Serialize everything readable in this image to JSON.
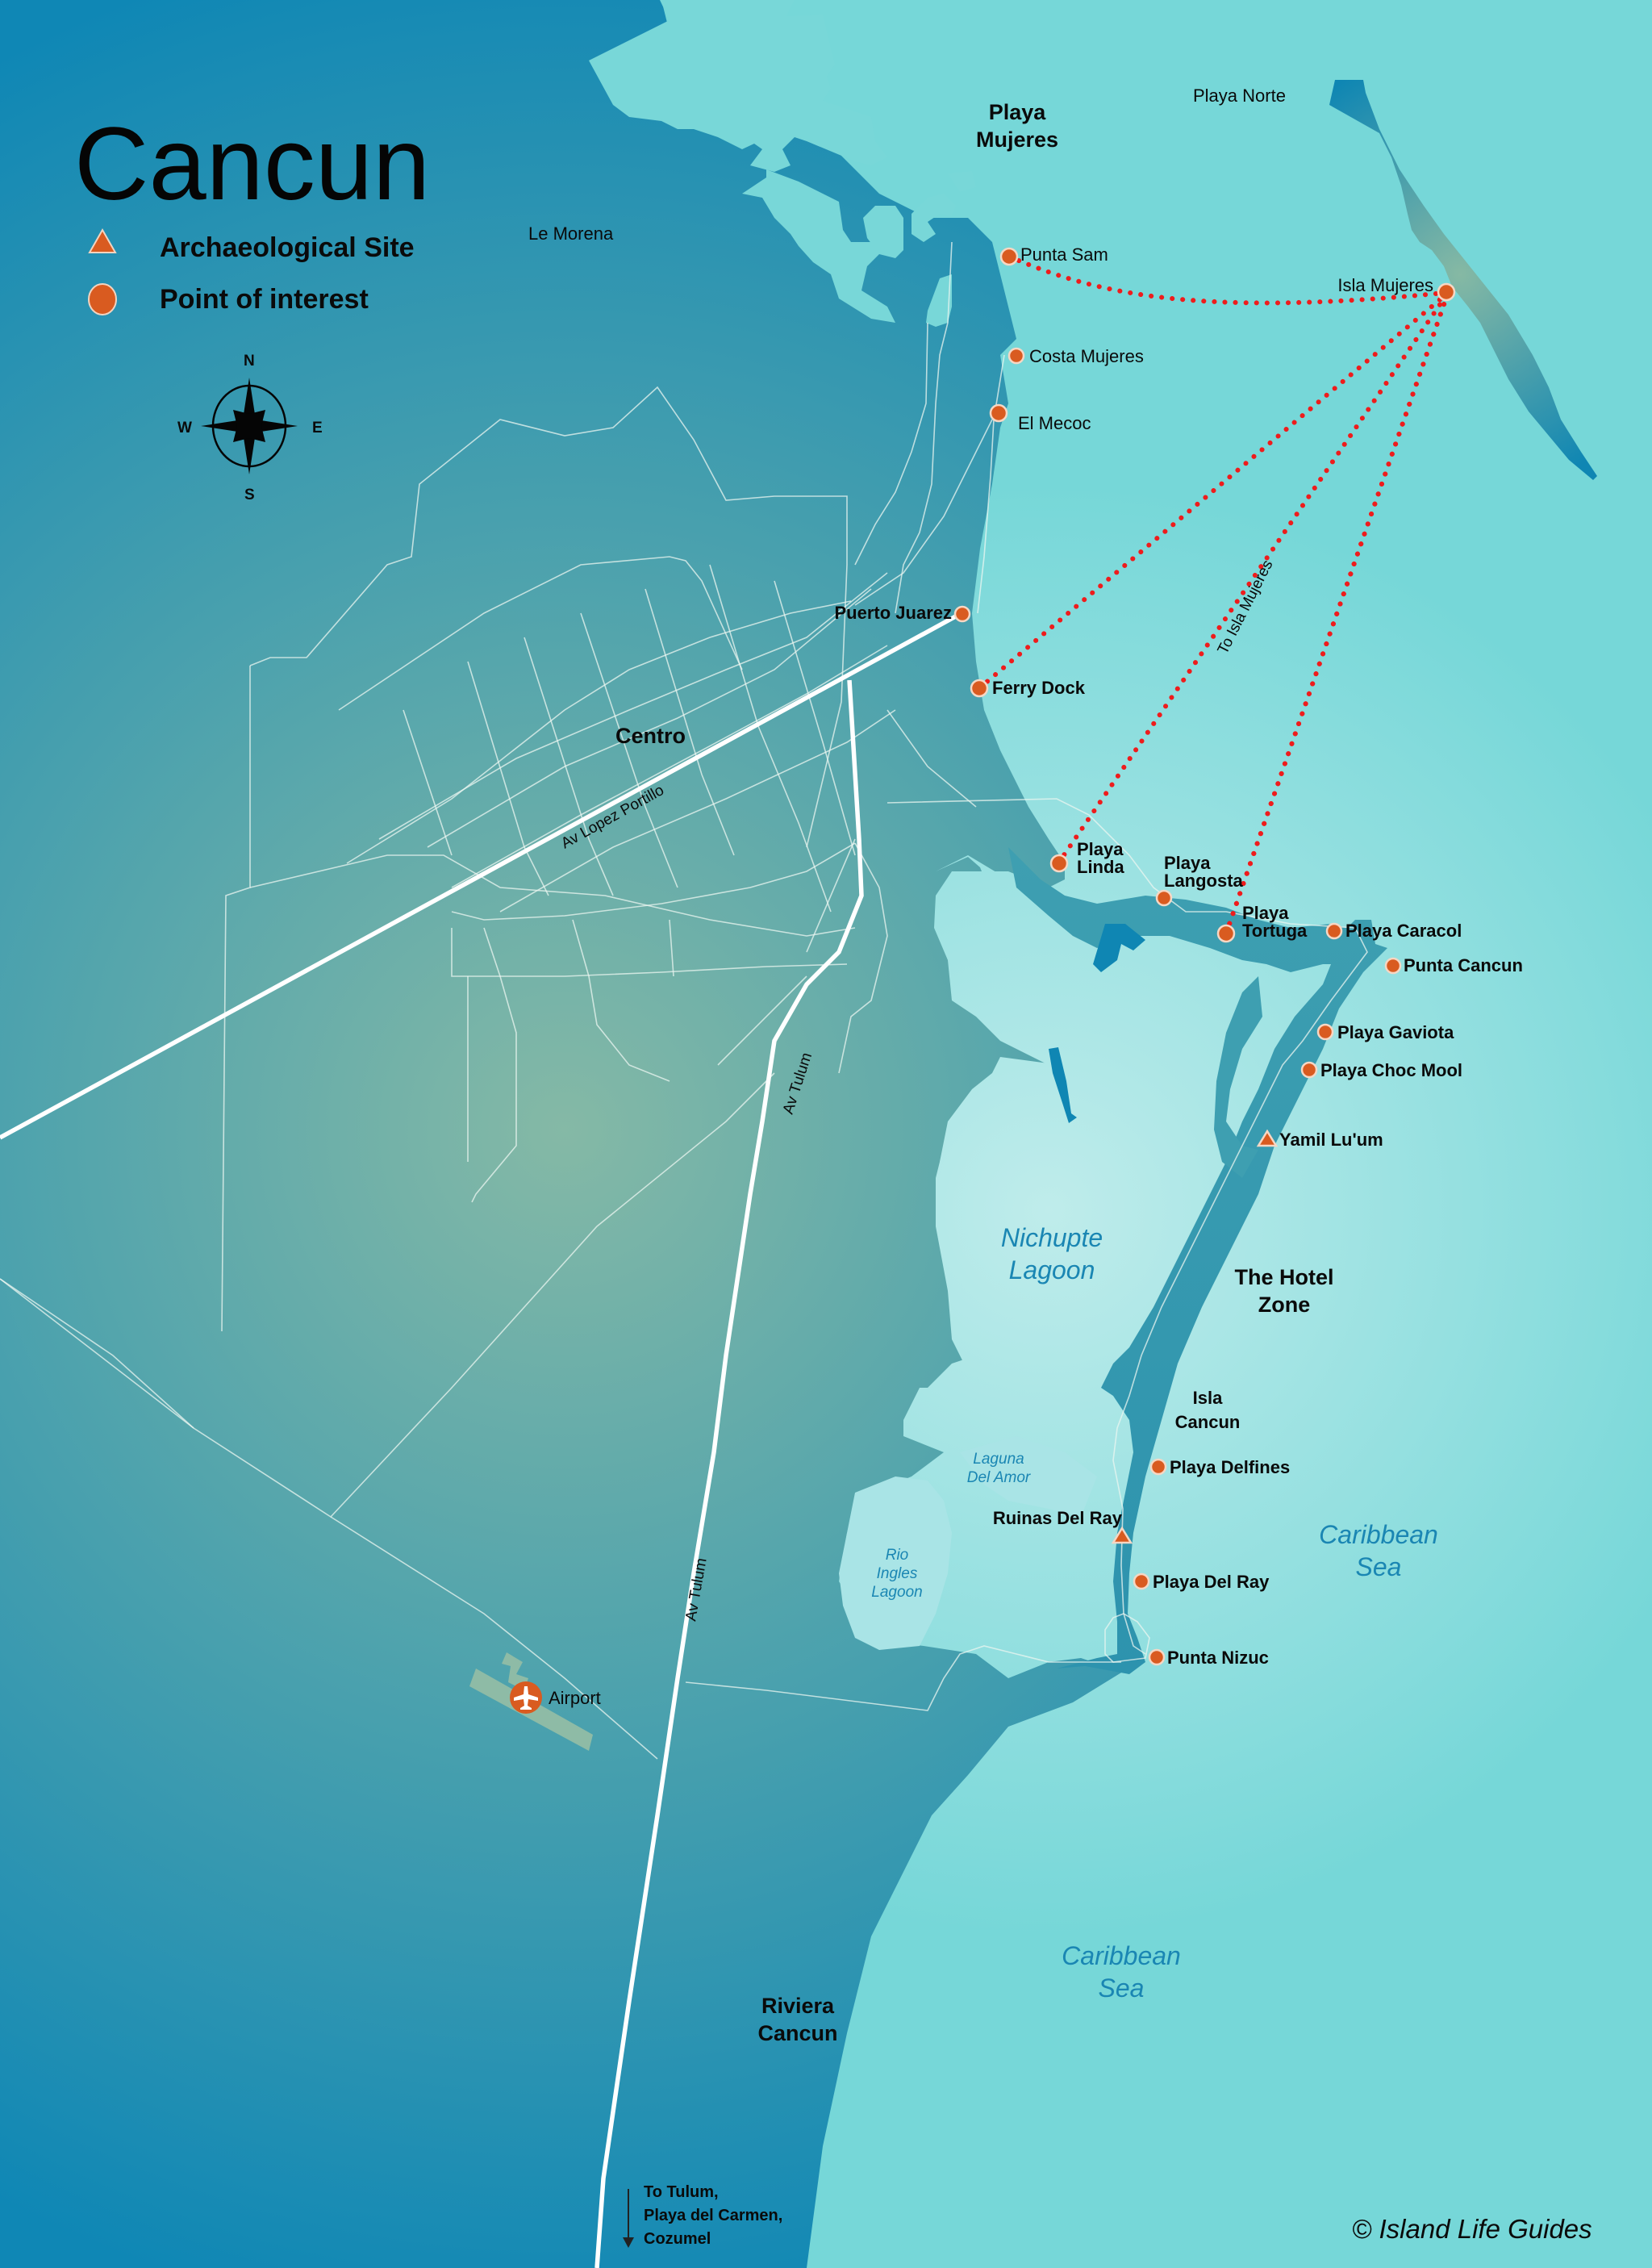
{
  "title": "Cancun",
  "legend": {
    "items": [
      {
        "symbol": "triangle",
        "label": "Archaeological Site"
      },
      {
        "symbol": "circle",
        "label": "Point of interest"
      }
    ]
  },
  "compass": {
    "n": "N",
    "s": "S",
    "e": "E",
    "w": "W"
  },
  "colors": {
    "sea": "#78d7d8",
    "lagoon": "#b3e8ea",
    "land_dark": "#1188b4",
    "land_center": "#85b9a6",
    "marker": "#d95b20",
    "ferry_route": "#ee1c1c",
    "water_label": "#1a86b3"
  },
  "areas": {
    "playa_mujeres": [
      "Playa",
      "Mujeres"
    ],
    "centro": "Centro",
    "hotel_zone": [
      "The Hotel",
      "Zone"
    ],
    "isla_cancun": [
      "Isla",
      "Cancun"
    ],
    "riviera_cancun": [
      "Riviera",
      "Cancun"
    ]
  },
  "places": {
    "playa_norte": "Playa Norte",
    "le_morena": "Le Morena"
  },
  "water": {
    "nichupte": [
      "Nichupte",
      "Lagoon"
    ],
    "caribbean_1": [
      "Caribbean",
      "Sea"
    ],
    "caribbean_2": [
      "Caribbean",
      "Sea"
    ],
    "laguna_del_amor": [
      "Laguna",
      "Del Amor"
    ],
    "rio_ingles": [
      "Rio",
      "Ingles",
      "Lagoon"
    ]
  },
  "roads": {
    "lopez_portillo": "Av Lopez Portillo",
    "tulum_1": "Av Tulum",
    "tulum_2": "Av Tulum",
    "ferry_route_label": "To Isla Mujeres"
  },
  "points_of_interest": [
    {
      "name": "Punta Sam",
      "type": "circle"
    },
    {
      "name": "Isla Mujeres",
      "type": "circle"
    },
    {
      "name": "Costa Mujeres",
      "type": "circle"
    },
    {
      "name": "El Mecoc",
      "type": "circle"
    },
    {
      "name": "Puerto Juarez",
      "type": "circle"
    },
    {
      "name": "Ferry Dock",
      "type": "circle"
    },
    {
      "name": [
        "Playa",
        "Linda"
      ],
      "type": "circle"
    },
    {
      "name": [
        "Playa",
        "Langosta"
      ],
      "type": "circle"
    },
    {
      "name": [
        "Playa",
        "Tortuga"
      ],
      "type": "circle"
    },
    {
      "name": "Playa Caracol",
      "type": "circle"
    },
    {
      "name": "Punta Cancun",
      "type": "circle"
    },
    {
      "name": "Playa Gaviota",
      "type": "circle"
    },
    {
      "name": "Playa Choc Mool",
      "type": "circle"
    },
    {
      "name": "Yamil Lu'um",
      "type": "triangle"
    },
    {
      "name": "Playa Delfines",
      "type": "circle"
    },
    {
      "name": "Ruinas Del Ray",
      "type": "triangle"
    },
    {
      "name": "Playa Del Ray",
      "type": "circle"
    },
    {
      "name": "Punta Nizuc",
      "type": "circle"
    },
    {
      "name": "Airport",
      "type": "airport"
    }
  ],
  "directions": {
    "south": [
      "To Tulum,",
      "Playa del Carmen,",
      "Cozumel"
    ]
  },
  "copyright": "© Island Life Guides"
}
